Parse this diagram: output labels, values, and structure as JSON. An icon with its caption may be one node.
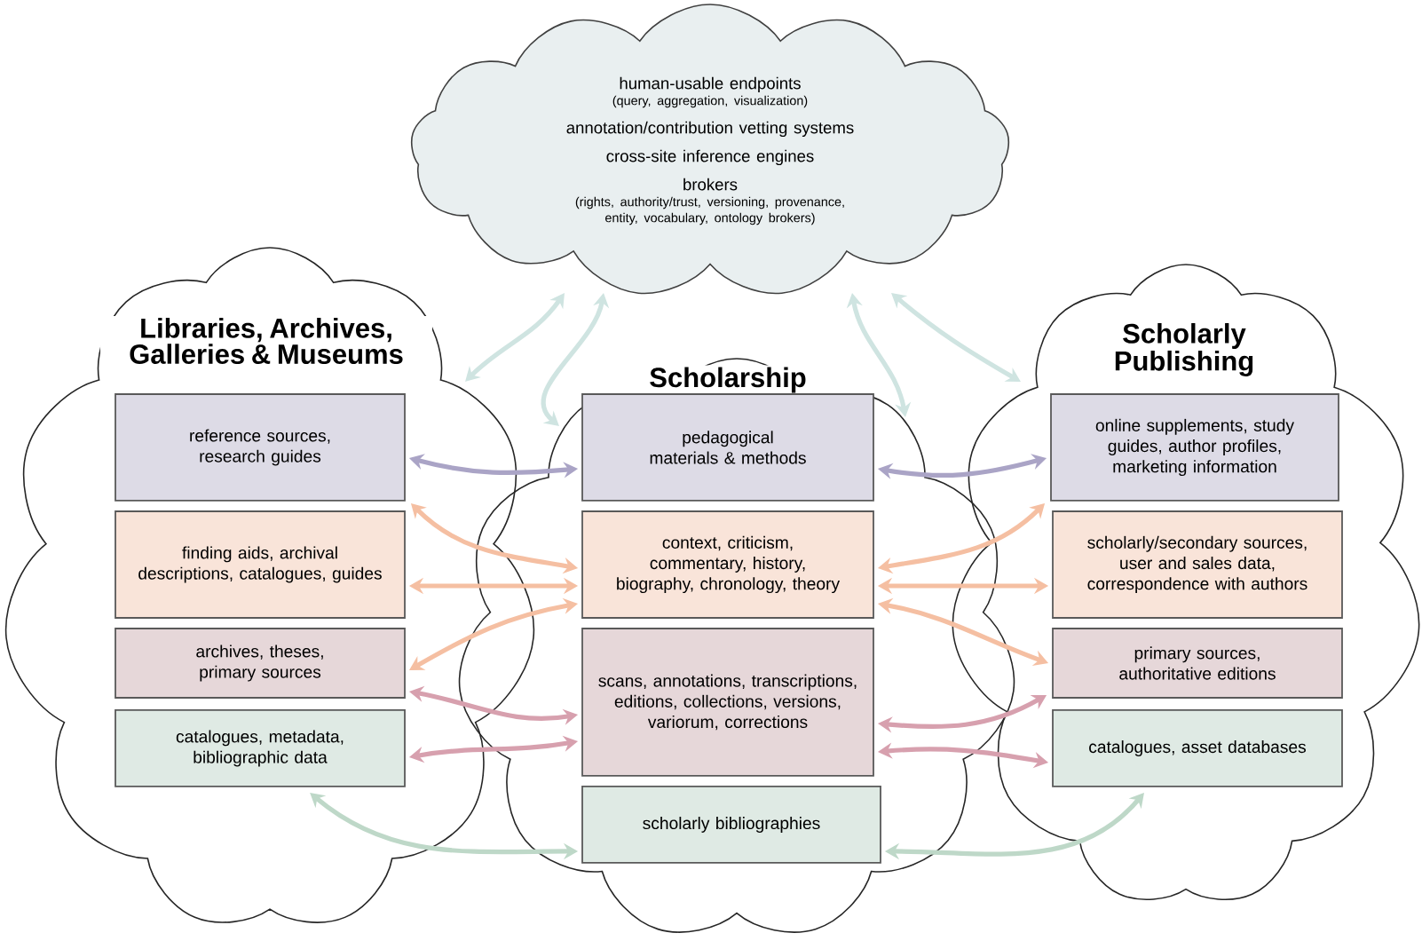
{
  "diagram": {
    "nodes": [
      {
        "text": [
          "human-usable endpoints",
          "(query, aggregation, visualization)",
          "annotation/contribution vetting systems",
          "cross-site inference engines",
          "brokers",
          "(rights, authority/trust, versioning, provenance, entity, vocabulary, ontology brokers)"
        ]
      },
      {
        "text": [
          "Libraries, Archives, Galleries & Museums"
        ]
      },
      {
        "text": [
          "reference sources, research guides"
        ],
        "in": 1
      },
      {
        "text": [
          "finding aids, archival descriptions, catalogues, guides"
        ],
        "in": 1
      },
      {
        "text": [
          "archives, theses, primary sources"
        ],
        "in": 1
      },
      {
        "text": [
          "catalogues, metadata, bibliographic data"
        ],
        "in": 1
      },
      {
        "text": [
          "Scholarship"
        ]
      },
      {
        "text": [
          "pedagogical materials & methods"
        ],
        "in": 6
      },
      {
        "text": [
          "context, criticism, commentary, history, biography, chronology, theory"
        ],
        "in": 6
      },
      {
        "text": [
          "scans, annotations, transcriptions, editions, collections, versions, variorum, corrections"
        ],
        "in": 6
      },
      {
        "text": [
          "scholarly bibliographies"
        ],
        "in": 6
      },
      {
        "text": [
          "Scholarly Publishing"
        ]
      },
      {
        "text": [
          "online supplements, study guides, author profiles, marketing information"
        ],
        "in": 11
      },
      {
        "text": [
          "scholarly/secondary sources, user and sales data, correspondence with authors"
        ],
        "in": 11
      },
      {
        "text": [
          "primary sources, authoritative editions"
        ],
        "in": 11
      },
      {
        "text": [
          "catalogues, asset databases"
        ],
        "in": 11
      }
    ],
    "edges": [
      {
        "from": 0,
        "to": 1,
        "arrow": "both",
        "color": "#cfe4e1"
      },
      {
        "from": 0,
        "to": 6,
        "arrow": "both",
        "color": "#cfe4e1"
      },
      {
        "from": 0,
        "to": 6,
        "arrow": "both",
        "color": "#cfe4e1"
      },
      {
        "from": 0,
        "to": 11,
        "arrow": "both",
        "color": "#cfe4e1"
      },
      {
        "from": 2,
        "to": 7,
        "arrow": "both",
        "color": "#aaa4c6"
      },
      {
        "from": 7,
        "to": 12,
        "arrow": "both",
        "color": "#aaa4c6"
      },
      {
        "from": 8,
        "to": 2,
        "arrow": "both",
        "color": "#f5bfa2"
      },
      {
        "from": 8,
        "to": 3,
        "arrow": "both",
        "color": "#f5bfa2"
      },
      {
        "from": 8,
        "to": 4,
        "arrow": "both",
        "color": "#f5bfa2"
      },
      {
        "from": 8,
        "to": 12,
        "arrow": "both",
        "color": "#f5bfa2"
      },
      {
        "from": 8,
        "to": 13,
        "arrow": "both",
        "color": "#f5bfa2"
      },
      {
        "from": 8,
        "to": 14,
        "arrow": "both",
        "color": "#f5bfa2"
      },
      {
        "from": 4,
        "to": 9,
        "arrow": "both",
        "color": "#d7a0ae"
      },
      {
        "from": 5,
        "to": 9,
        "arrow": "both",
        "color": "#d7a0ae"
      },
      {
        "from": 9,
        "to": 14,
        "arrow": "both",
        "color": "#d7a0ae"
      },
      {
        "from": 9,
        "to": 15,
        "arrow": "both",
        "color": "#d7a0ae"
      },
      {
        "from": 5,
        "to": 10,
        "arrow": "both",
        "color": "#bed8c8"
      },
      {
        "from": 10,
        "to": 15,
        "arrow": "both",
        "color": "#bed8c8"
      }
    ]
  }
}
